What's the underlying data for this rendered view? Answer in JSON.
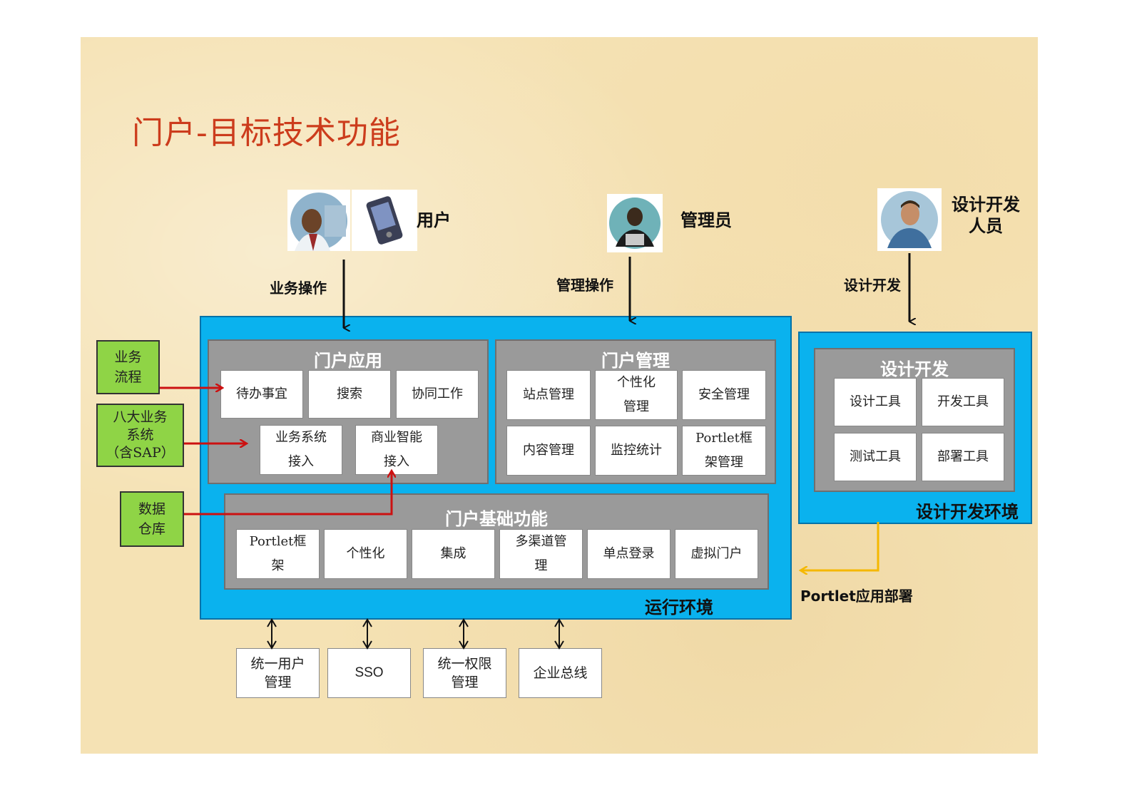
{
  "title": "门户-目标技术功能",
  "actors": {
    "user": {
      "label": "用户",
      "icon": "business-user-photo-icon",
      "icon2": "pda-device-icon"
    },
    "admin": {
      "label": "管理员",
      "icon": "administrator-photo-icon"
    },
    "developer": {
      "label": "设计开发\n人员",
      "icon": "developer-photo-icon"
    }
  },
  "operations": {
    "user_op": "业务操作",
    "admin_op": "管理操作",
    "dev_op": "设计开发"
  },
  "runtime": {
    "env_label": "运行环境",
    "portal_app": {
      "title": "门户应用",
      "items": [
        "待办事宜",
        "搜索",
        "协同工作",
        "业务系统\n接入",
        "商业智能\n接入"
      ]
    },
    "portal_mgmt": {
      "title": "门户管理",
      "items": [
        "站点管理",
        "个性化\n管理",
        "安全管理",
        "内容管理",
        "监控统计",
        "Portlet框\n架管理"
      ]
    },
    "portal_base": {
      "title": "门户基础功能",
      "items": [
        "Portlet框\n架",
        "个性化",
        "集成",
        "多渠道管\n理",
        "单点登录",
        "虚拟门户"
      ]
    }
  },
  "design_env": {
    "env_label": "设计开发环境",
    "panel": {
      "title": "设计开发",
      "items": [
        "设计工具",
        "开发工具",
        "测试工具",
        "部署工具"
      ]
    }
  },
  "deploy_label": "Portlet应用部署",
  "left_sources": [
    "业务\n流程",
    "八大业务\n系统\n（含SAP）",
    "数据\n仓库"
  ],
  "external_systems": [
    "统一用户\n管理",
    "SSO",
    "统一权限\n管理",
    "企业总线"
  ],
  "colors": {
    "background": "#f5e2b4",
    "title": "#cc3c1c",
    "runtime_blue": "#0ab2ee",
    "panel_gray": "#9a9a9a",
    "source_green": "#8fd446",
    "source_arrow": "#cc1111",
    "deploy_arrow": "#f5b800"
  }
}
